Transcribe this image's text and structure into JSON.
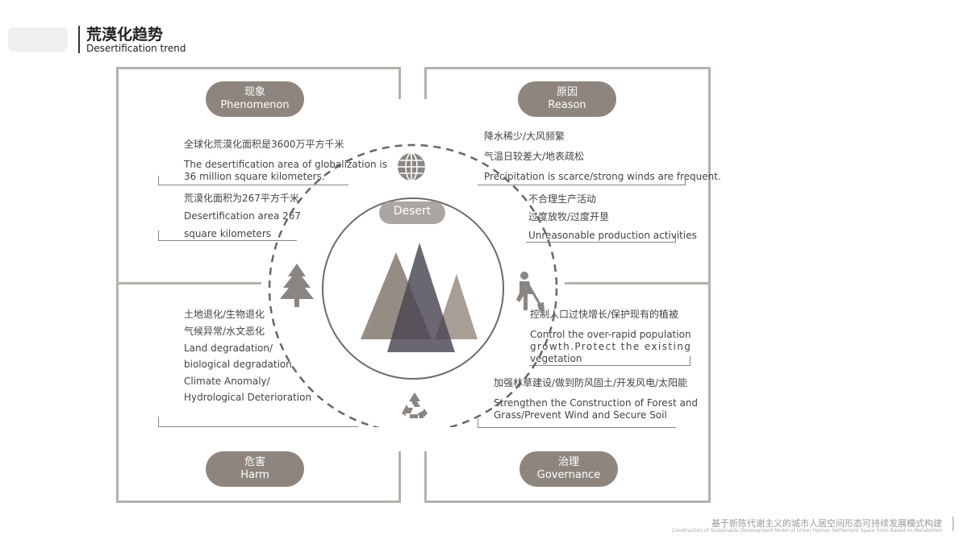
{
  "header": {
    "title_zh": "荒漠化趋势",
    "title_en": "Desertification trend"
  },
  "center": {
    "label": "Desert"
  },
  "quadrants": {
    "phenomenon": {
      "label_zh": "现象",
      "label_en": "Phenomenon",
      "lines": [
        "全球化荒漠化面积是3600万平方千米",
        "The desertification area of globalization is",
        "36 million square kilometers.",
        "荒漠化面积为267平方千米",
        "Desertification area 267",
        "square kilometers"
      ]
    },
    "reason": {
      "label_zh": "原因",
      "label_en": "Reason",
      "lines": [
        "降水稀少/大风频繁",
        "气温日较差大/地表疏松",
        "Precipitation is scarce/strong winds are frequent.",
        "不合理生产活动",
        "过度放牧/过度开垦",
        "Unreasonable production activities"
      ]
    },
    "harm": {
      "label_zh": "危害",
      "label_en": "Harm",
      "lines": [
        "土地退化/生物退化",
        "气候异常/水文恶化",
        "Land degradation/",
        "biological degradation",
        "Climate Anomaly/",
        "Hydrological Deterioration"
      ]
    },
    "governance": {
      "label_zh": "治理",
      "label_en": "Governance",
      "lines": [
        "控制人口过快增长/保护现有的植被",
        "Control the over-rapid population",
        "growth.Protect the existing",
        "vegetation",
        "加强林草建设/做到防风固土/开发风电/太阳能",
        "Strengthen the Construction of Forest and",
        "Grass/Prevent Wind and Secure Soil"
      ]
    }
  },
  "icons": {
    "top": "globe-icon",
    "left": "pine-tree-icon",
    "right": "worker-shovel-icon",
    "bottom": "recycle-icon"
  },
  "footer": {
    "zh": "基于新陈代谢主义的城市人居空间形态可持续发展模式构建",
    "en": "Construction of Sustainable Development Model of Urban Human Settlement Space Form Based on Metabolism"
  },
  "colors": {
    "frame": "#b5b1ab",
    "pill": "#8e867e",
    "triangle_left": "#8a7f75",
    "triangle_middle": "#4a4650",
    "triangle_right": "#9e948a"
  }
}
